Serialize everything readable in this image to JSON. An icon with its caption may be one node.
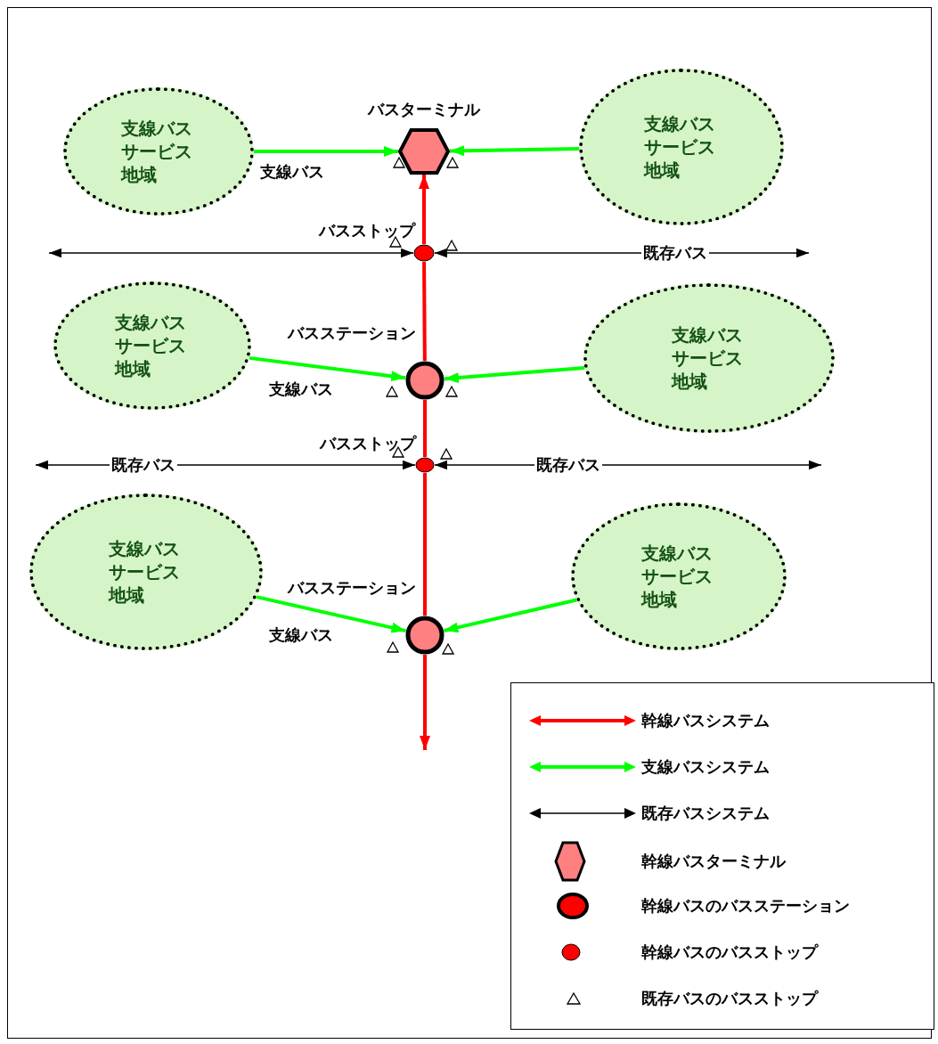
{
  "diagram": {
    "nodes": [
      {
        "text": [
          "支線バスサービス地域"
        ]
      },
      {
        "text": [
          "支線バスサービス地域"
        ]
      },
      {
        "text": [
          "バスターミナル"
        ]
      },
      {
        "text": [
          "バスストップ"
        ]
      },
      {
        "text": [
          "支線バスサービス地域"
        ]
      },
      {
        "text": [
          "支線バスサービス地域"
        ]
      },
      {
        "text": [
          "バスステーション"
        ]
      },
      {
        "text": [
          "バスストップ"
        ]
      },
      {
        "text": [
          "支線バスサービス地域"
        ]
      },
      {
        "text": [
          "支線バスサービス地域"
        ]
      },
      {
        "text": [
          "バスステーション"
        ]
      }
    ],
    "edges": [
      {
        "from": 0,
        "to": 2,
        "arrow": "to",
        "label": "支線バス"
      },
      {
        "from": 1,
        "to": 2,
        "arrow": "to"
      },
      {
        "from": 4,
        "to": 6,
        "arrow": "to",
        "label": "支線バス"
      },
      {
        "from": 5,
        "to": 6,
        "arrow": "to"
      },
      {
        "from": 8,
        "to": 10,
        "arrow": "to",
        "label": "支線バス"
      },
      {
        "from": 9,
        "to": 10,
        "arrow": "to"
      },
      {
        "from": 3,
        "to": 2,
        "arrow": "to",
        "color": "#ff0000"
      },
      {
        "from": 3,
        "to": 6,
        "arrow": "none",
        "color": "#ff0000"
      },
      {
        "from": 6,
        "to": 7,
        "arrow": "none",
        "color": "#ff0000"
      },
      {
        "from": 7,
        "to": 10,
        "arrow": "none",
        "color": "#ff0000"
      },
      {
        "from": 10,
        "to": null,
        "arrow": "to",
        "color": "#ff0000"
      },
      {
        "from": null,
        "to": 3,
        "arrow": "both",
        "color": "#000000"
      },
      {
        "from": 3,
        "to": null,
        "arrow": "both",
        "label": "既存バス",
        "color": "#000000"
      },
      {
        "from": null,
        "to": 7,
        "arrow": "both",
        "label": "既存バス",
        "color": "#000000"
      },
      {
        "from": 7,
        "to": null,
        "arrow": "both",
        "label": "既存バス",
        "color": "#000000"
      }
    ],
    "legend": [
      {
        "text": "幹線バスシステム"
      },
      {
        "text": "支線バスシステム"
      },
      {
        "text": "既存バスシステム"
      },
      {
        "text": "幹線バスターミナル"
      },
      {
        "text": "幹線バスのバスステーション"
      },
      {
        "text": "幹線バスのバスストップ"
      },
      {
        "text": "既存バスのバスストップ"
      }
    ]
  }
}
